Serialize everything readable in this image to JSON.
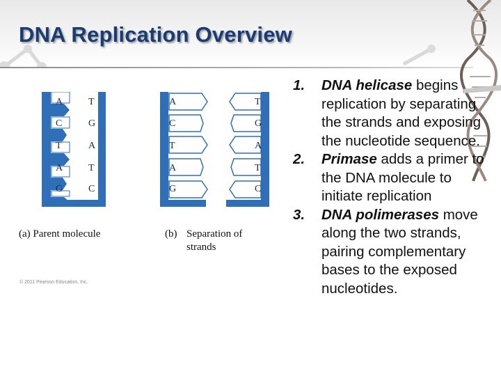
{
  "title": "DNA Replication Overview",
  "figure": {
    "parent": {
      "rows": [
        {
          "left": "A",
          "right": "T"
        },
        {
          "left": "C",
          "right": "G"
        },
        {
          "left": "T",
          "right": "A"
        },
        {
          "left": "A",
          "right": "T"
        },
        {
          "left": "G",
          "right": "C"
        }
      ],
      "caption": "(a) Parent molecule"
    },
    "separated": {
      "rows": [
        {
          "left": "A",
          "right": "T"
        },
        {
          "left": "C",
          "right": "G"
        },
        {
          "left": "T",
          "right": "A"
        },
        {
          "left": "A",
          "right": "T"
        },
        {
          "left": "G",
          "right": "C"
        }
      ],
      "caption_label": "(b)",
      "caption_line1": "Separation of",
      "caption_line2": "strands"
    },
    "copyright": "© 2011 Pearson Education, Inc."
  },
  "steps": [
    {
      "num": "1.",
      "emphasis": "DNA helicase",
      "text": " begins replication by separating  the strands and exposing the nucleotide sequence."
    },
    {
      "num": "2.",
      "emphasis": "Primase",
      "text": " adds a primer to the DNA molecule to initiate replication"
    },
    {
      "num": "3.",
      "emphasis": "DNA polimerases",
      "text": " move along the two strands, pairing complementary bases to the exposed nucleotides."
    }
  ],
  "colors": {
    "title": "#1a3b73",
    "strand": "#2e6fb8"
  }
}
